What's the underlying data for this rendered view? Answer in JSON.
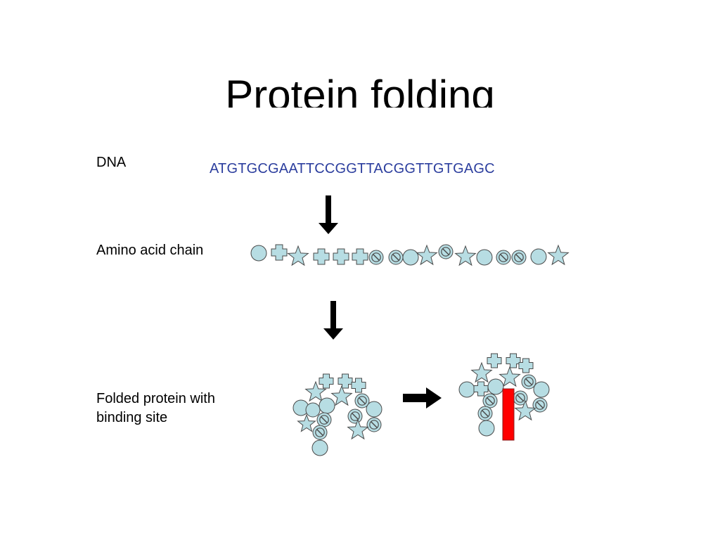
{
  "slide": {
    "title": "Protein folding",
    "labels": {
      "dna": "DNA",
      "amino_acid_chain": "Amino acid chain",
      "folded_line1": "Folded protein with",
      "folded_line2": "binding site"
    },
    "dna_sequence": "ATGTGCGAATTCCGGTTACGGTTGTGAGC"
  },
  "colors": {
    "residue_fill": "#b7dde3",
    "residue_stroke": "#4a4a4a",
    "arrow": "#000000",
    "binding_ligand": "#ff0000",
    "sequence_text": "#2c3e9e"
  },
  "icons": [
    "circle-residue",
    "cross-residue",
    "star-residue",
    "prohibited-residue",
    "down-arrow-icon",
    "right-arrow-icon",
    "binding-ligand-bar"
  ]
}
